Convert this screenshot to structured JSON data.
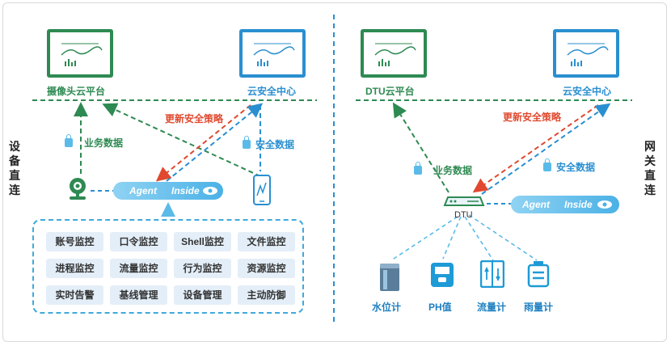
{
  "left": {
    "side_label": [
      "设",
      "备",
      "直",
      "连"
    ],
    "camera_platform": "摄像头云平台",
    "cloud_security_center": "云安全中心",
    "update_policy": "更新安全策略",
    "business_data": "业务数据",
    "security_data": "安全数据",
    "agent": {
      "word1": "Agent",
      "word2": "Inside"
    },
    "features": [
      "账号监控",
      "口令监控",
      "Shell监控",
      "文件监控",
      "进程监控",
      "流量监控",
      "行为监控",
      "资源监控",
      "实时告警",
      "基线管理",
      "设备管理",
      "主动防御"
    ]
  },
  "right": {
    "side_label": [
      "网",
      "关",
      "直",
      "连"
    ],
    "dtu_platform": "DTU云平台",
    "cloud_security_center": "云安全中心",
    "update_policy": "更新安全策略",
    "business_data": "业务数据",
    "security_data": "安全数据",
    "dtu_label": "DTU",
    "agent": {
      "word1": "Agent",
      "word2": "Inside"
    },
    "devices": [
      "水位计",
      "PH值",
      "流量计",
      "雨量计"
    ]
  },
  "colors": {
    "green": "#2e8a52",
    "blue": "#2a8fd0",
    "red": "#e0492f",
    "light_blue": "#5bbbe8",
    "feature_bg": "#e3eef8"
  }
}
